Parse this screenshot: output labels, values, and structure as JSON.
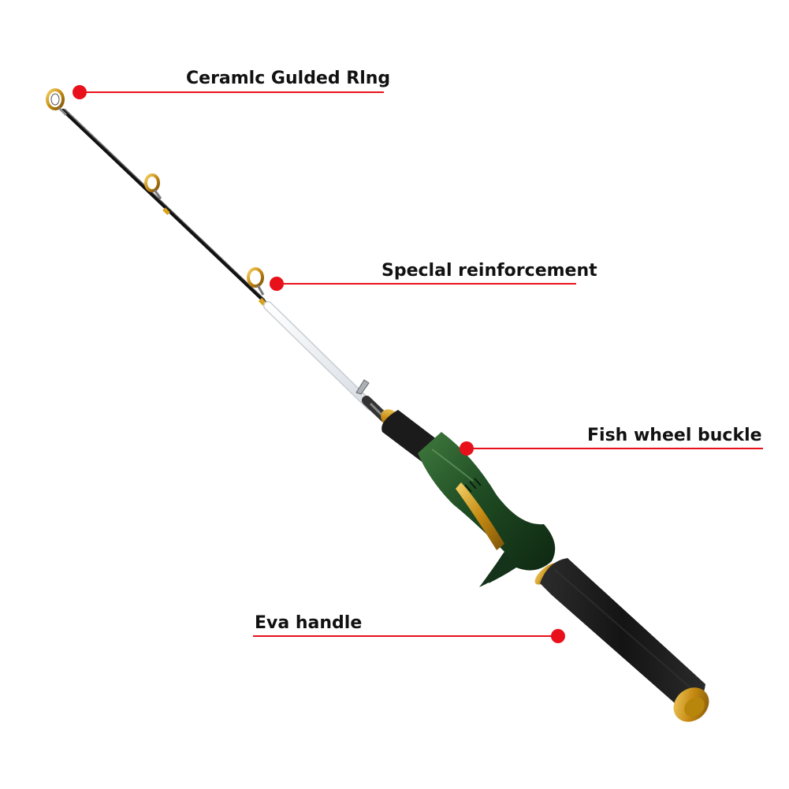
{
  "callouts": [
    {
      "id": "ring",
      "label": "Ceramlc Gulded Rlng"
    },
    {
      "id": "reinforce",
      "label": "Speclal reinforcement"
    },
    {
      "id": "buckle",
      "label": "Fish wheel buckle"
    },
    {
      "id": "handle",
      "label": "Eva handle"
    }
  ],
  "colors": {
    "callout_dot": "#e8101a",
    "callout_line": "#e8101a",
    "blank_black": "#111111",
    "blank_white": "#f4f6f8",
    "reel_seat_green": "#1f4a22",
    "gold": "#d9a21b",
    "eva_foam": "#1b1b1b"
  }
}
